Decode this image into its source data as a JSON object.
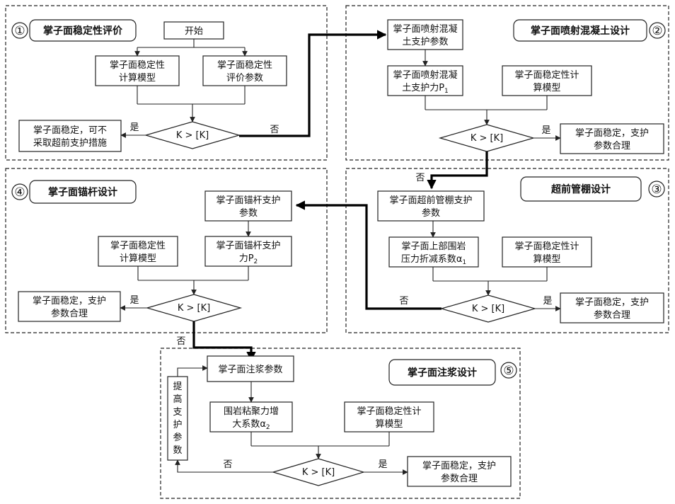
{
  "sections": {
    "s1": {
      "number": "①",
      "title": "掌子面稳定性评价"
    },
    "s2": {
      "number": "②",
      "title": "掌子面喷射混凝土设计"
    },
    "s3": {
      "number": "③",
      "title": "超前管棚设计"
    },
    "s4": {
      "number": "④",
      "title": "掌子面锚杆设计"
    },
    "s5": {
      "number": "⑤",
      "title": "掌子面注浆设计"
    }
  },
  "nodes": {
    "start": "开始",
    "s1_model": [
      "掌子面稳定性",
      "计算模型"
    ],
    "s1_params": [
      "掌子面稳定性",
      "评价参数"
    ],
    "s1_result": [
      "掌子面稳定，可不",
      "采取超前支护措施"
    ],
    "s2_params": [
      "掌子面喷射混凝",
      "土支护参数"
    ],
    "s2_force": {
      "line1": "掌子面喷射混凝",
      "line2": "土支护力P",
      "sub": "1"
    },
    "s2_model": [
      "掌子面稳定性计",
      "算模型"
    ],
    "s2_result": [
      "掌子面稳定，支护",
      "参数合理"
    ],
    "s3_params": [
      "掌子面超前管棚支护",
      "参数"
    ],
    "s3_coef": {
      "line1": "掌子面上部围岩",
      "line2": "压力折减系数α",
      "sub": "1"
    },
    "s3_model": [
      "掌子面稳定性计",
      "算模型"
    ],
    "s3_result": [
      "掌子面稳定，支护",
      "参数合理"
    ],
    "s4_params": [
      "掌子面锚杆支护",
      "参数"
    ],
    "s4_force": {
      "line1": "掌子面锚杆支护",
      "line2": "力P",
      "sub": "2"
    },
    "s4_model": [
      "掌子面稳定性",
      "计算模型"
    ],
    "s4_result": [
      "掌子面稳定，支护",
      "参数合理"
    ],
    "s5_params": "掌子面注浆参数",
    "s5_coef": {
      "line1": "围岩粘聚力增",
      "line2": "大系数α",
      "sub": "2"
    },
    "s5_model": [
      "掌子面稳定性计",
      "算模型"
    ],
    "s5_result": [
      "掌子面稳定，支护",
      "参数合理"
    ],
    "s5_raise": [
      "提",
      "高",
      "支",
      "护",
      "参",
      "数"
    ]
  },
  "decision_label": "K > [K]",
  "labels": {
    "yes": "是",
    "no": "否"
  }
}
